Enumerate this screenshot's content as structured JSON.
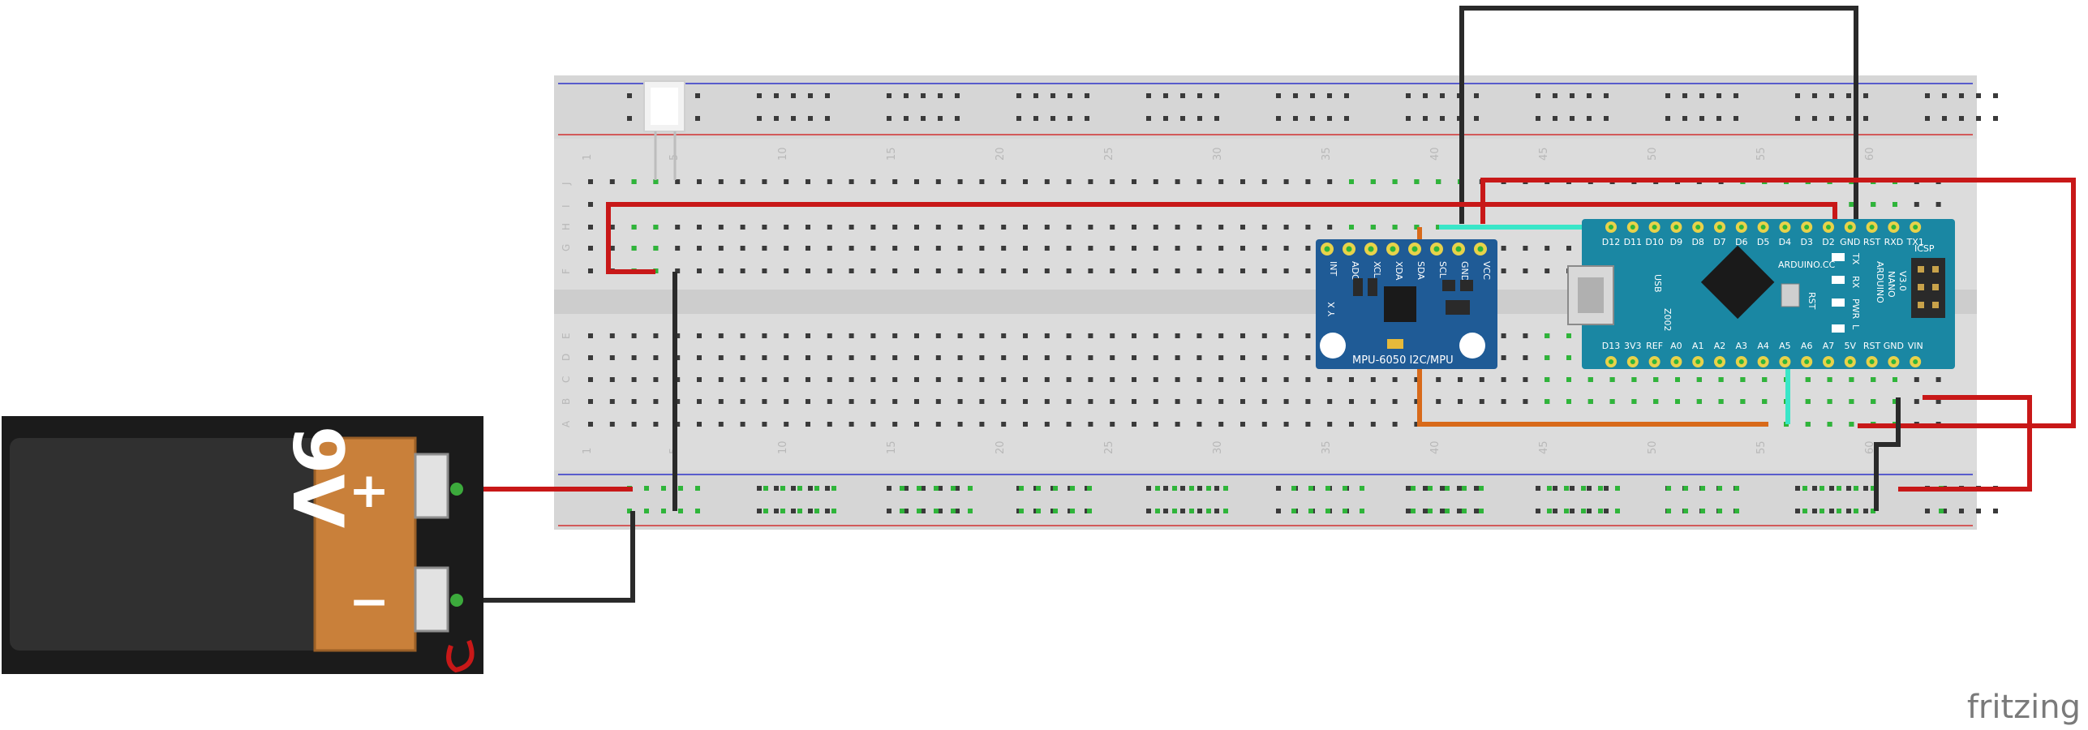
{
  "breadboard": {
    "column_numbers": [
      "1",
      "5",
      "10",
      "15",
      "20",
      "25",
      "30",
      "35",
      "40",
      "45",
      "50",
      "55",
      "60"
    ],
    "top_rows": [
      "J",
      "I",
      "H",
      "G",
      "F"
    ],
    "bottom_rows": [
      "E",
      "D",
      "C",
      "B",
      "A"
    ]
  },
  "mpu": {
    "pins": [
      "INT",
      "ADO",
      "XCL",
      "XDA",
      "SDA",
      "SCL",
      "GND",
      "VCC"
    ],
    "label": "MPU-6050 I2C/MPU"
  },
  "nano": {
    "top_pins": [
      "D12",
      "D11",
      "D10",
      "D9",
      "D8",
      "D7",
      "D6",
      "D5",
      "D4",
      "D3",
      "D2",
      "GND",
      "RST",
      "RXD",
      "TX1"
    ],
    "bottom_pins": [
      "D13",
      "3V3",
      "REF",
      "A0",
      "A1",
      "A2",
      "A3",
      "A4",
      "A5",
      "A6",
      "A7",
      "5V",
      "RST",
      "GND",
      "VIN"
    ],
    "usb_label": "USB",
    "chip_label": "Z002",
    "brand_label": "ARDUINO.CC",
    "model_lines": [
      "ARDUINO",
      "NANO",
      "V3.0"
    ],
    "icsp_label": "ICSP",
    "led_labels": [
      "TX",
      "RX",
      "PWR",
      "L"
    ],
    "rst_label": "RST"
  },
  "battery": {
    "voltage_label": "9V",
    "plus_label": "+",
    "minus_label": "−"
  },
  "watermark": "fritzing",
  "colors": {
    "red_wire": "#c81818",
    "black_wire": "#2a2a2a",
    "cyan_wire": "#39e6c8",
    "orange_wire": "#d86a1a",
    "board_blue": "#1f5b96",
    "nano_teal": "#1a87a3"
  }
}
